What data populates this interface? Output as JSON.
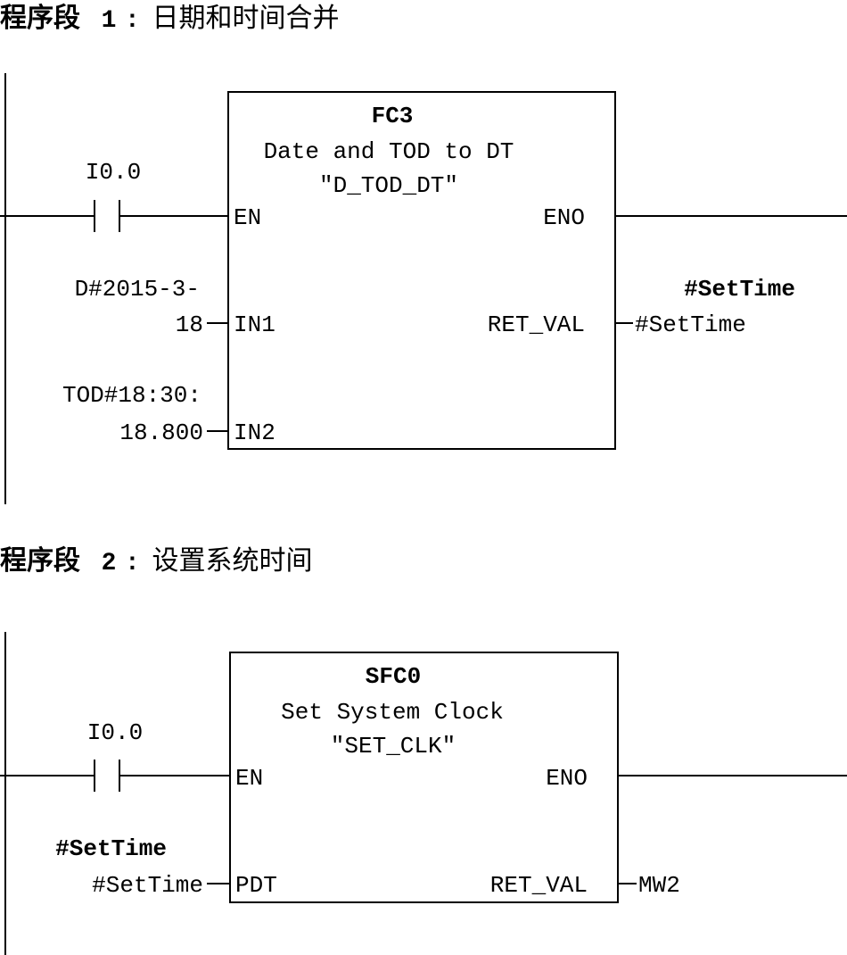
{
  "networks": [
    {
      "label": "程序段",
      "number": "1",
      "colon": ":",
      "comment": "日期和时间合并",
      "contact": "I0.0",
      "block": {
        "id": "FC3",
        "description": "Date and TOD to DT",
        "symbol": "″D_TOD_DT″",
        "pins": {
          "en": "EN",
          "eno": "ENO",
          "in1": "IN1",
          "in2": "IN2",
          "ret_val": "RET_VAL"
        }
      },
      "operands": {
        "in1_line1": "D#2015-3-",
        "in1_line2": "18",
        "in2_line1": "TOD#18:30:",
        "in2_line2": "18.800",
        "ret_symbol": "#SetTime",
        "ret_value": "#SetTime"
      }
    },
    {
      "label": "程序段",
      "number": "2",
      "colon": ":",
      "comment": "设置系统时间",
      "contact": "I0.0",
      "block": {
        "id": "SFC0",
        "description": "Set System Clock",
        "symbol": "″SET_CLK″",
        "pins": {
          "en": "EN",
          "eno": "ENO",
          "pdt": "PDT",
          "ret_val": "RET_VAL"
        }
      },
      "operands": {
        "pdt_symbol": "#SetTime",
        "pdt_value": "#SetTime",
        "ret_value": "MW2"
      }
    }
  ]
}
